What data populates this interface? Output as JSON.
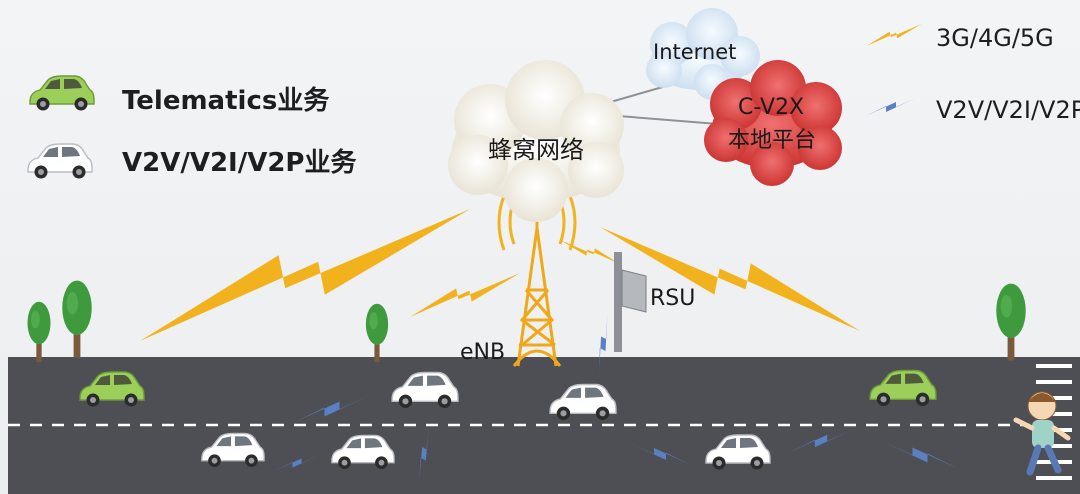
{
  "legend_left": {
    "telematics": "Telematics业务",
    "v2x": "V2V/V2I/V2P业务"
  },
  "legend_right": {
    "cellular": "3G/4G/5G",
    "direct": "V2V/V2I/V2P"
  },
  "clouds": {
    "internet": "Internet",
    "cellular_network": "蜂窝网络",
    "cv2x_line1": "C-V2X",
    "cv2x_line2": "本地平台"
  },
  "nodes": {
    "enb": "eNB",
    "rsu": "RSU"
  },
  "colors": {
    "cellular_link": "#f2b21e",
    "direct_link": "#5b7fc3",
    "road": "#4d4f55",
    "internet_cloud": "#dbe9f6",
    "cellular_cloud": "#f7f3ea",
    "cv2x_cloud": "#e24a4a",
    "tree": "#3f9a3d",
    "telematics_car": "#9bcf5a",
    "v2x_car": "#ffffff"
  }
}
